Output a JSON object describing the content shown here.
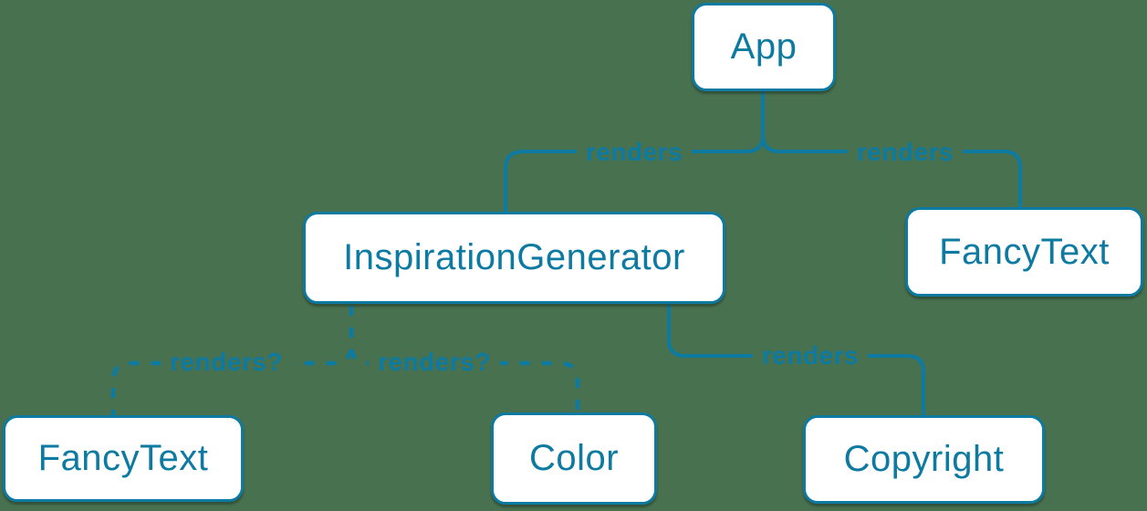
{
  "background_color": "#48714f",
  "accent_color": "#0d7aa2",
  "box_fill_color": "#ffffff",
  "diagram": {
    "kind": "react-component-render-tree",
    "nodes": [
      {
        "id": "app",
        "label": "App"
      },
      {
        "id": "inspiration-generator",
        "label": "InspirationGenerator"
      },
      {
        "id": "fancy-text-top",
        "label": "FancyText"
      },
      {
        "id": "fancy-text-bottom",
        "label": "FancyText"
      },
      {
        "id": "color",
        "label": "Color"
      },
      {
        "id": "copyright",
        "label": "Copyright"
      }
    ],
    "edges": [
      {
        "from": "app",
        "to": "inspiration-generator",
        "label": "renders",
        "style": "solid"
      },
      {
        "from": "app",
        "to": "fancy-text-top",
        "label": "renders",
        "style": "solid"
      },
      {
        "from": "inspiration-generator",
        "to": "fancy-text-bottom",
        "label": "renders?",
        "style": "dashed"
      },
      {
        "from": "inspiration-generator",
        "to": "color",
        "label": "renders?",
        "style": "dashed"
      },
      {
        "from": "inspiration-generator",
        "to": "copyright",
        "label": "renders",
        "style": "solid"
      }
    ]
  }
}
